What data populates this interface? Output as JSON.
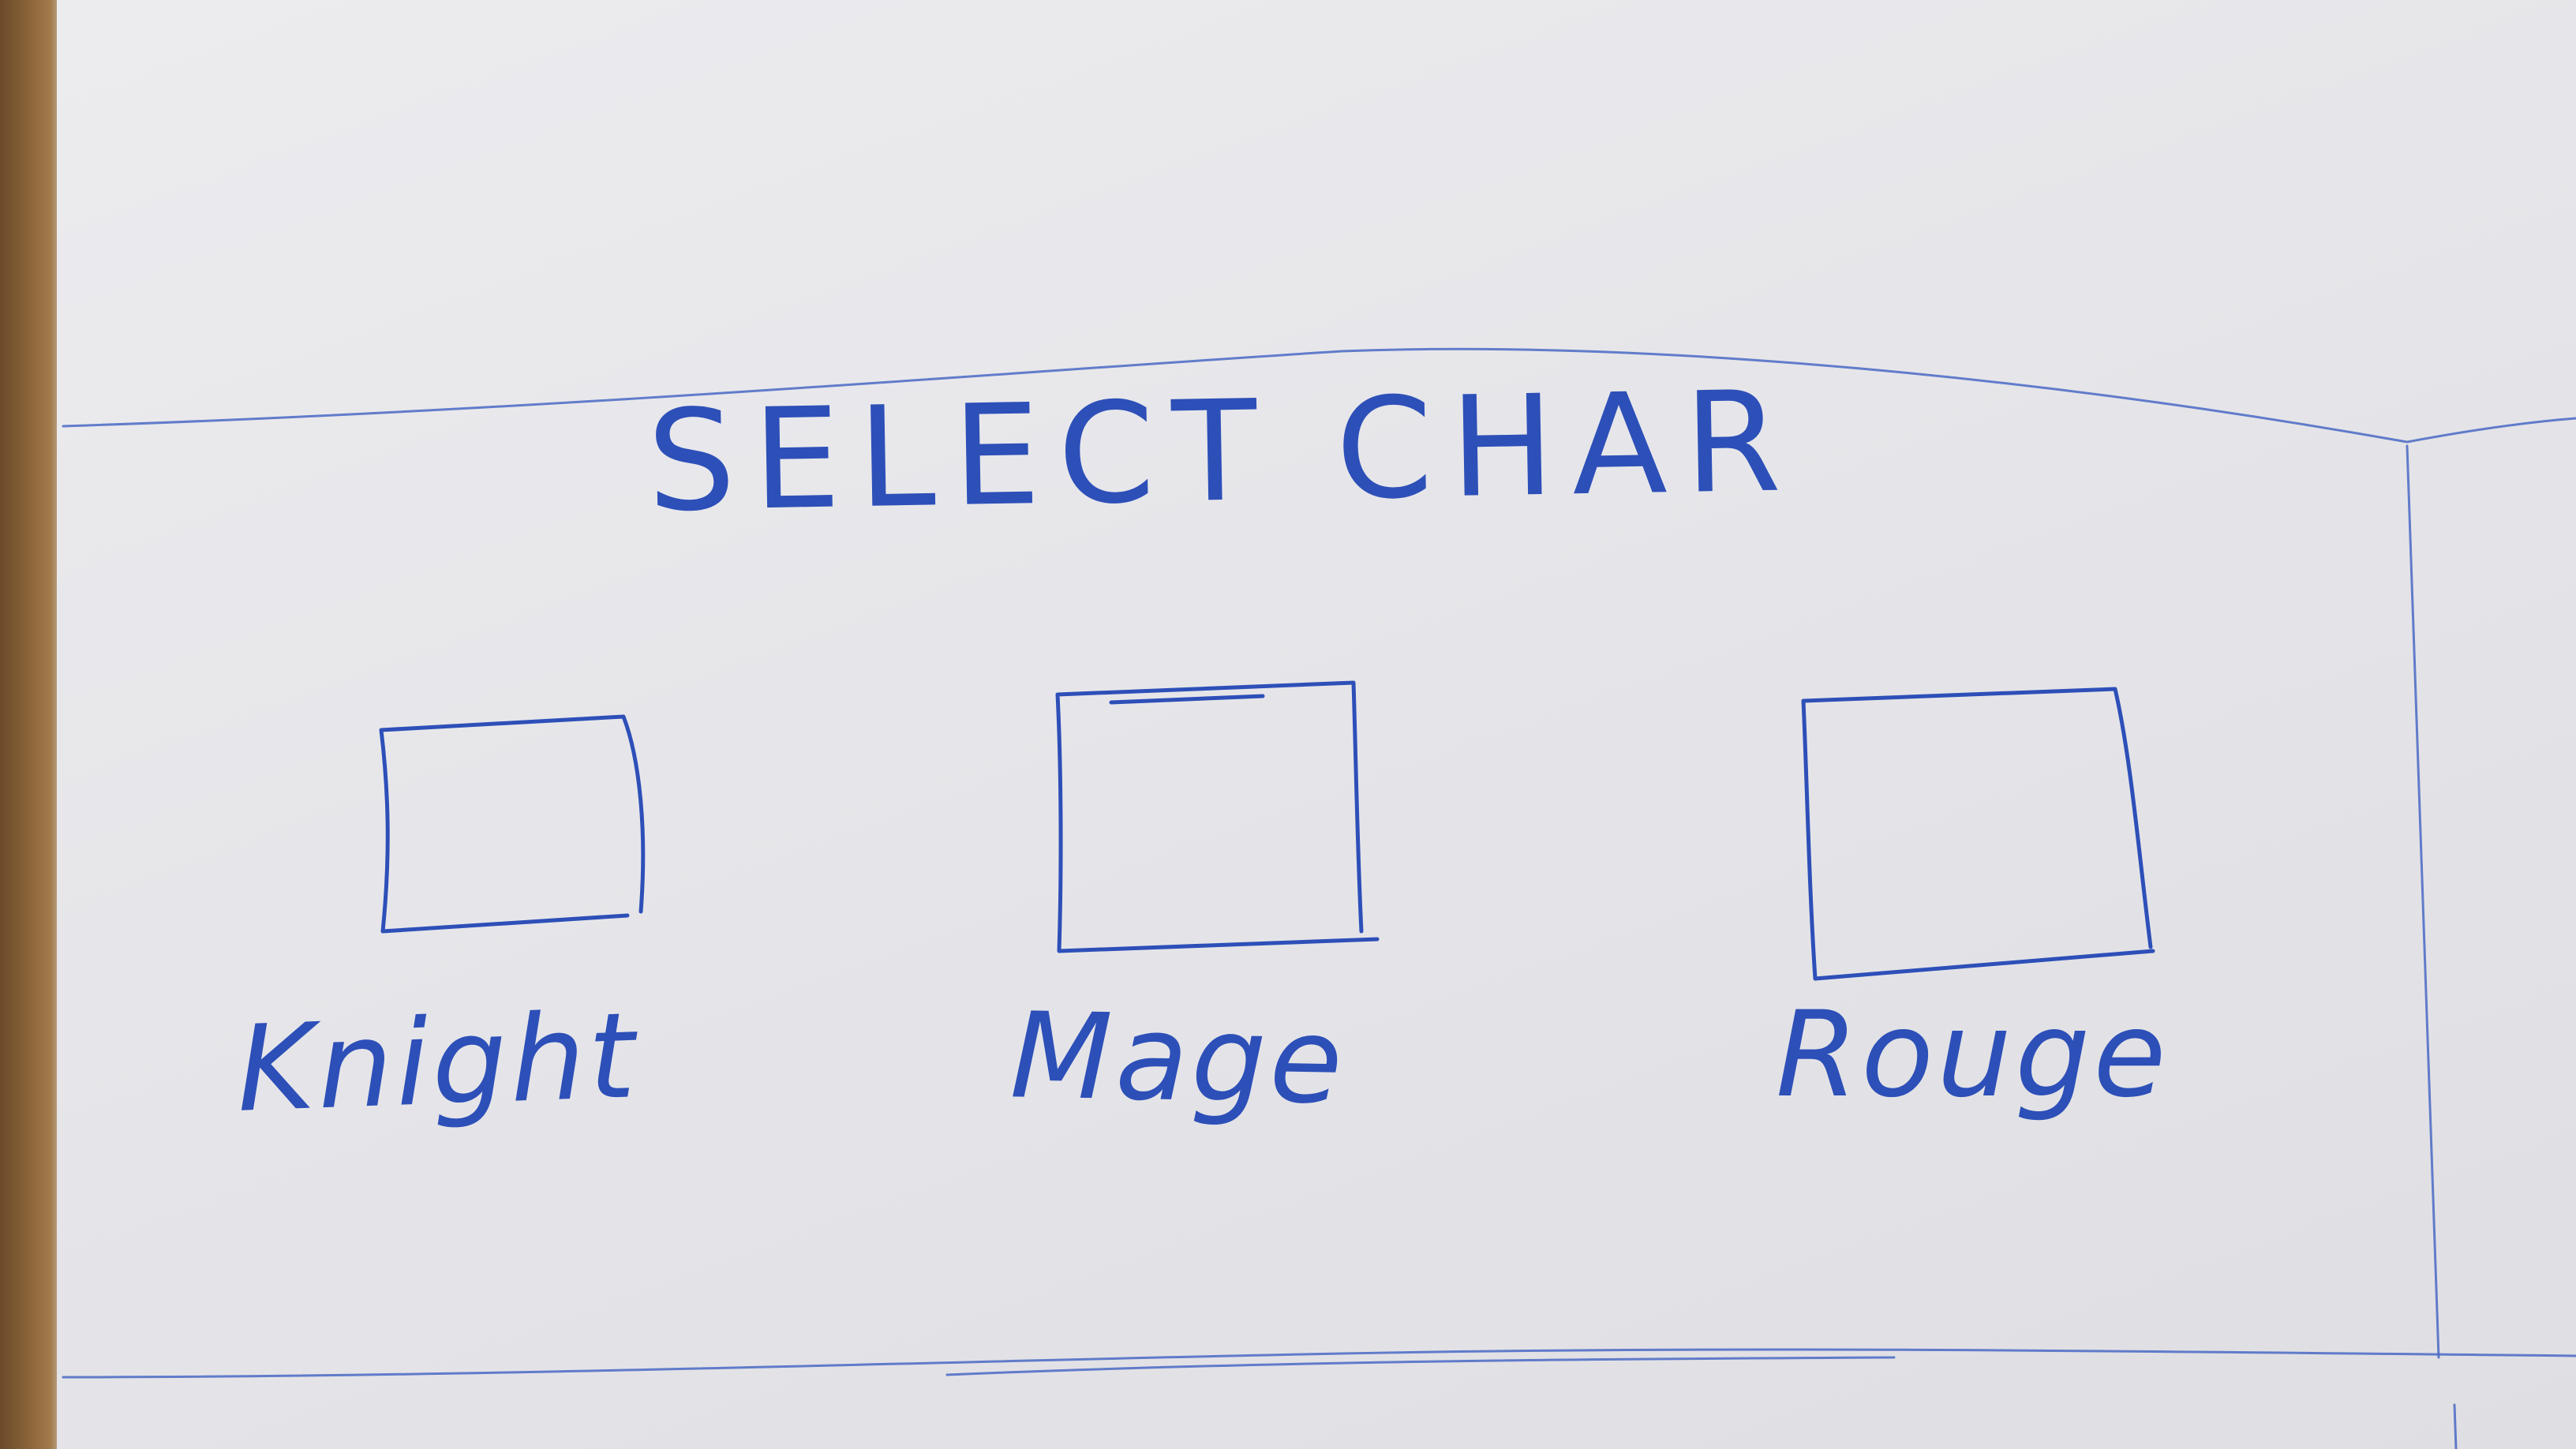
{
  "sketch": {
    "title": "SELECT CHAR",
    "characters": [
      {
        "label": "Knight"
      },
      {
        "label": "Mage"
      },
      {
        "label": "Rouge"
      }
    ],
    "colors": {
      "ink": "#2d4fb8",
      "paper": "#e5e5e9",
      "desk": "#8a6338"
    }
  }
}
